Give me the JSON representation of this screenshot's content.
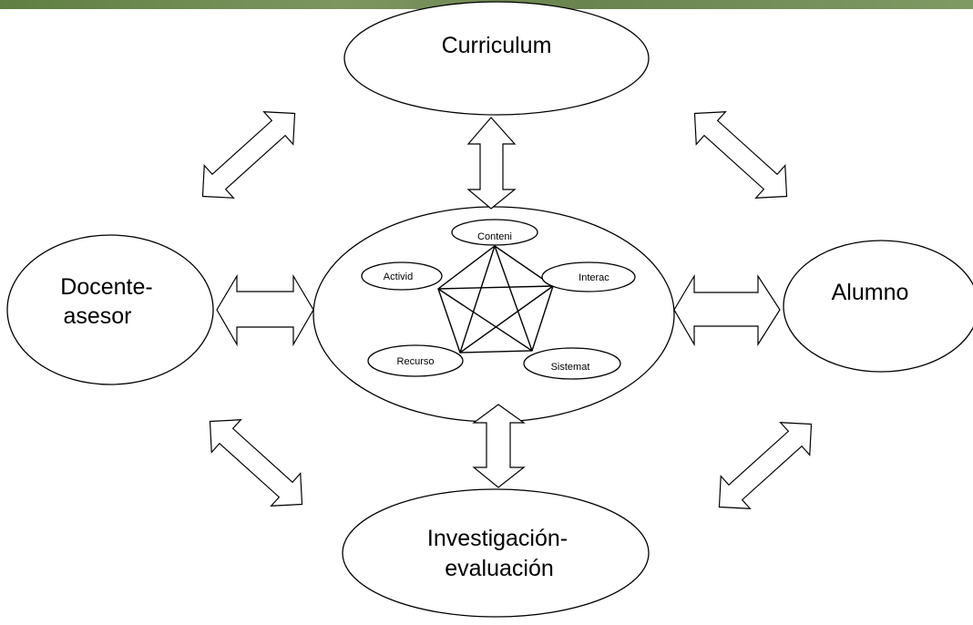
{
  "diagram": {
    "outer_nodes": {
      "curriculum": "Curriculum",
      "docente_line1": "Docente-",
      "docente_line2": "asesor",
      "alumno": "Alumno",
      "investigacion_line1": "Investigación-",
      "investigacion_line2": "evaluación"
    },
    "inner_nodes": {
      "contenido": "Conteni",
      "interaccion": "Interac",
      "sistematizacion": "Sistemat",
      "recurso": "Recurso",
      "actividad": "Activid"
    },
    "colors": {
      "stroke": "#000000",
      "fill": "#ffffff",
      "banner_green": "#6e8a4e"
    }
  }
}
